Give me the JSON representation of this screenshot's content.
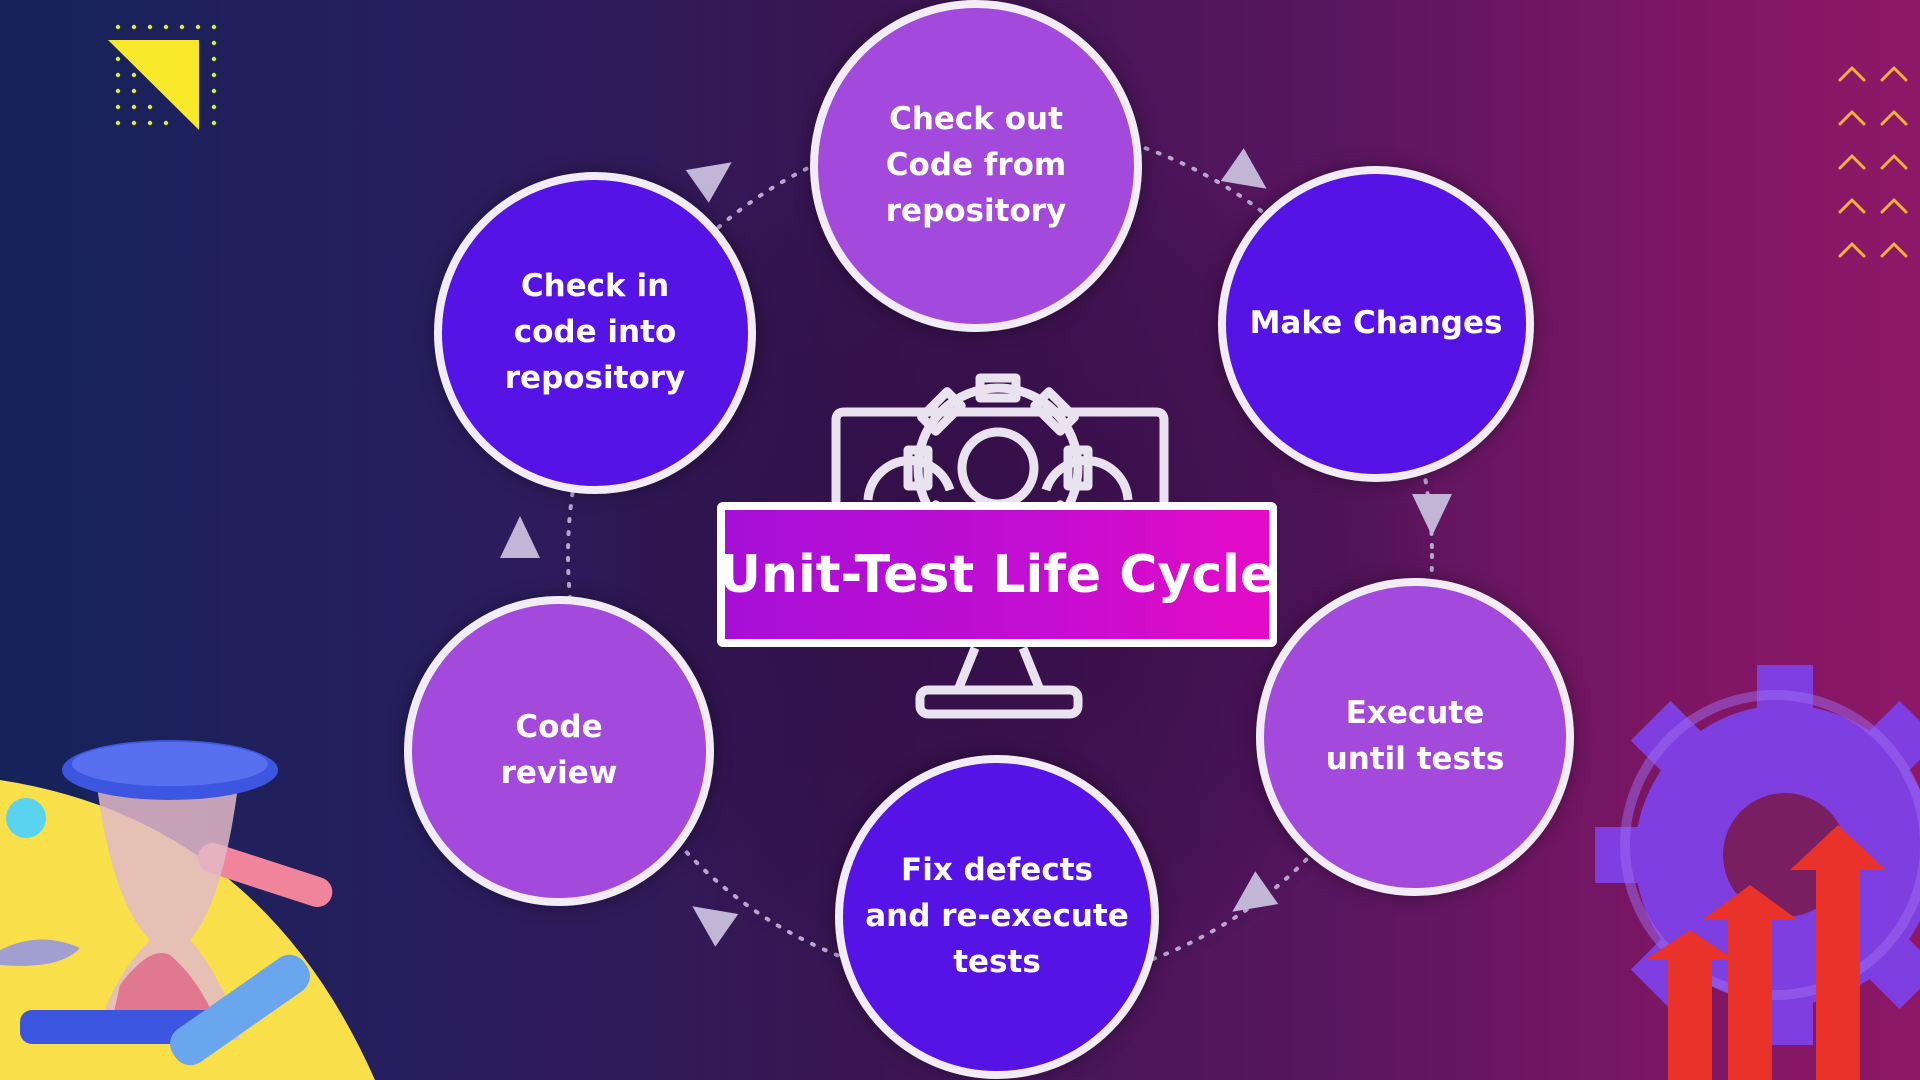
{
  "title": "Unit-Test Life Cycle",
  "steps": [
    {
      "label": "Check out\nCode from\nrepository",
      "color": "violet"
    },
    {
      "label": "Make Changes",
      "color": "indigo"
    },
    {
      "label": "Execute\nuntil tests",
      "color": "violet"
    },
    {
      "label": "Fix defects\nand re-execute\ntests",
      "color": "indigo"
    },
    {
      "label": "Code\nreview",
      "color": "violet"
    },
    {
      "label": "Check in\ncode into\nrepository",
      "color": "indigo"
    }
  ],
  "colors": {
    "violet_node": "#a349dc",
    "indigo_node": "#5613e6",
    "title_gradient_start": "#a70fd6",
    "title_gradient_end": "#e50bc6",
    "accent_yellow": "#f7e82a"
  },
  "icons": [
    "computer-monitor-gear-icon",
    "corner-triangle-decoration",
    "chevron-up-icon",
    "hourglass-illustration",
    "gear-arrows-illustration"
  ]
}
